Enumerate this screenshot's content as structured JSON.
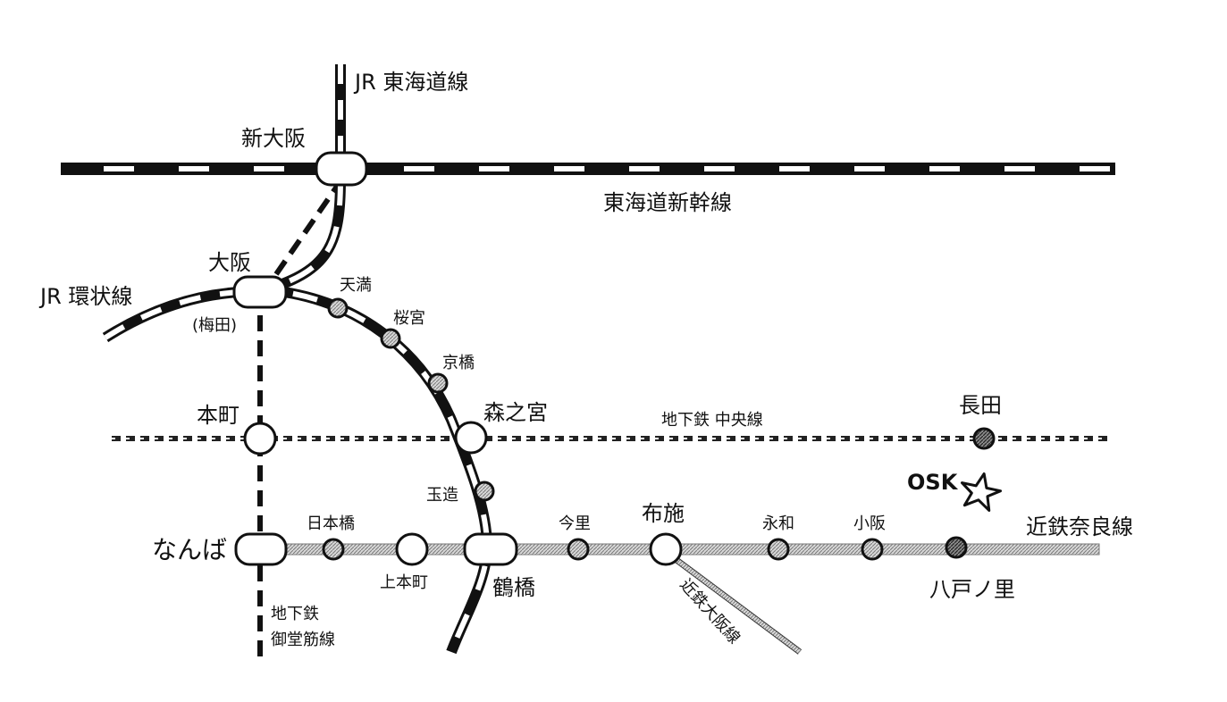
{
  "lines": {
    "jr_tokaido": "JR 東海道線",
    "tokaido_shinkansen": "東海道新幹線",
    "jr_loop": "JR 環状線",
    "subway_chuo": "地下鉄 中央線",
    "kintetsu_nara": "近鉄奈良線",
    "kintetsu_osaka": "近鉄大阪線",
    "subway_midosuji": [
      "地下鉄",
      "御堂筋線"
    ]
  },
  "stations": {
    "shin_osaka": "新大阪",
    "osaka": "大阪",
    "umeda": "(梅田)",
    "temma": "天満",
    "sakuranomiya": "桜宮",
    "kyobashi": "京橋",
    "morinomiya": "森之宮",
    "tamatsukuri": "玉造",
    "hommachi": "本町",
    "nagata": "長田",
    "namba": "なんば",
    "nippombashi": "日本橋",
    "uehommachi": "上本町",
    "tsuruhashi": "鶴橋",
    "imazato": "今里",
    "fuse": "布施",
    "eiwa": "永和",
    "kosaka": "小阪",
    "yaenosato": "八戸ノ里"
  },
  "landmark": {
    "label": "OSK",
    "icon": "star-outline-icon"
  },
  "colors": {
    "line_dark": "#111111",
    "line_light": "#ffffff",
    "kintetsu": "#9a9a9a",
    "station_fill": "#ffffff",
    "station_dark": "#444444"
  }
}
